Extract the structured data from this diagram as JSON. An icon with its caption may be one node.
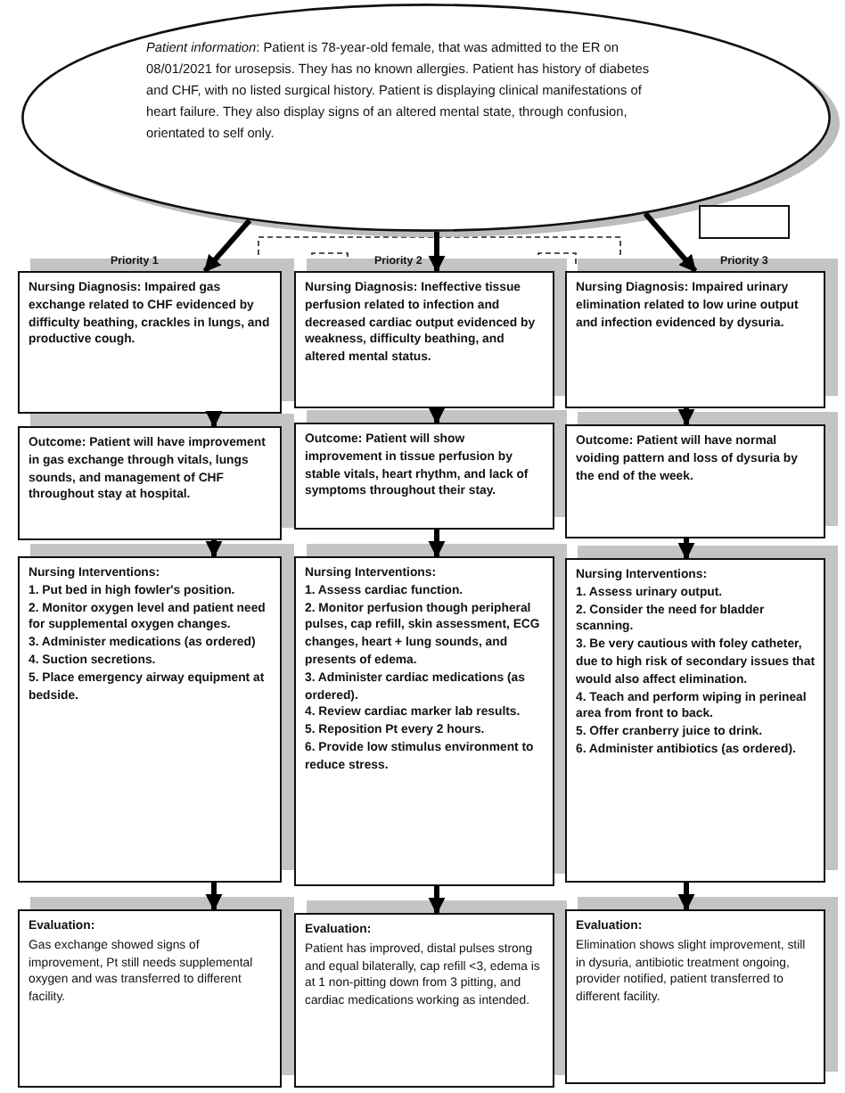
{
  "diagram": {
    "nodes": [
      {
        "text": [
          "*Patient information*: Patient is 78-year-old female, that was admitted to the ER on 08/01/2021 for urosepsis. They has no known allergies. Patient has history of diabetes and CHF, with no listed surgical history. Patient is displaying clinical manifestations of heart failure. They also display signs of an altered mental state, through confusion, orientated to self only."
        ]
      },
      {
        "text": [],
        "shape": "box"
      },
      {
        "text": [
          "Nursing Diagnosis: Impaired gas exchange related to CHF evidenced by difficulty beathing, crackles in lungs, and productive cough."
        ]
      },
      {
        "text": [
          "Nursing Diagnosis: Ineffective tissue perfusion related to infection and decreased cardiac output evidenced by weakness, difficulty beathing, and altered mental status."
        ]
      },
      {
        "text": [
          "Nursing Diagnosis: Impaired urinary elimination related to low urine output and infection evidenced by dysuria."
        ]
      },
      {
        "text": [
          "Outcome: Patient will have improvement in gas exchange through vitals, lungs sounds, and management of CHF throughout stay at hospital."
        ]
      },
      {
        "text": [
          "Outcome: Patient will show improvement in tissue perfusion by stable vitals, heart rhythm, and lack of symptoms throughout their stay."
        ]
      },
      {
        "text": [
          "Outcome: Patient will have normal voiding pattern and loss of dysuria by the end of the week."
        ]
      },
      {
        "text": [
          "Nursing Interventions:",
          "1. Put bed in high fowler's position.",
          "2. Monitor oxygen level and patient need for supplemental oxygen changes.",
          "3. Administer medications (as ordered)",
          "4. Suction secretions.",
          "5. Place emergency airway equipment at bedside."
        ]
      },
      {
        "text": [
          "Nursing Interventions:",
          "1. Assess cardiac function.",
          "2. Monitor perfusion though peripheral pulses, cap refill, skin assessment, ECG changes, heart + lung sounds, and presents of edema.",
          "3. Administer cardiac medications (as ordered).",
          "4. Review cardiac marker lab results.",
          "5. Reposition Pt every 2 hours.",
          "6. Provide low stimulus environment to reduce stress."
        ]
      },
      {
        "text": [
          "Nursing Interventions:",
          "1. Assess urinary output.",
          "2. Consider the need for bladder scanning.",
          "3. Be very cautious with foley catheter, due to high risk of secondary issues that would also affect elimination.",
          "4. Teach and perform wiping in perineal area from front to back.",
          "5. Offer cranberry juice to drink.",
          "6. Administer antibiotics (as ordered)."
        ]
      },
      {
        "text": [
          "Evaluation:",
          "Gas exchange showed signs of improvement, Pt still needs supplemental oxygen and was transferred to different facility."
        ]
      },
      {
        "text": [
          "Evaluation:",
          "Patient has improved, distal pulses strong and equal bilaterally, cap refill <3, edema is at 1 non-pitting down from 3 pitting, and cardiac medications working as intended."
        ]
      },
      {
        "text": [
          "Evaluation:",
          "Elimination shows slight improvement, still in dysuria, antibiotic treatment ongoing, provider notified, patient transferred to different facility."
        ]
      }
    ],
    "edges": [
      {
        "from": 0,
        "to": 2,
        "arrow": "to"
      },
      {
        "from": 0,
        "to": 3,
        "arrow": "to"
      },
      {
        "from": 0,
        "to": 4,
        "arrow": "to"
      },
      {
        "from": 2,
        "to": 5,
        "arrow": "to"
      },
      {
        "from": 3,
        "to": 6,
        "arrow": "to"
      },
      {
        "from": 4,
        "to": 7,
        "arrow": "to"
      },
      {
        "from": 5,
        "to": 8,
        "arrow": "to"
      },
      {
        "from": 6,
        "to": 9,
        "arrow": "to"
      },
      {
        "from": 7,
        "to": 10,
        "arrow": "to"
      },
      {
        "from": 8,
        "to": 11,
        "arrow": "to"
      },
      {
        "from": 9,
        "to": 12,
        "arrow": "to"
      },
      {
        "from": 10,
        "to": 13,
        "arrow": "to"
      }
    ],
    "labels": [
      "Priority 1",
      "Priority 2",
      "Priority 3"
    ]
  }
}
